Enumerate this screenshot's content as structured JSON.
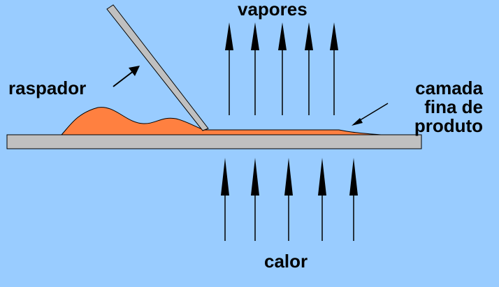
{
  "labels": {
    "vapores": "vapores",
    "raspador": "raspador",
    "camada": [
      "camada",
      "fina de",
      "produto"
    ],
    "calor": "calor"
  },
  "colors": {
    "background": "#99CCFF",
    "plate": "#C0C0C0",
    "product": "#FF8040",
    "ink": "#000000"
  }
}
